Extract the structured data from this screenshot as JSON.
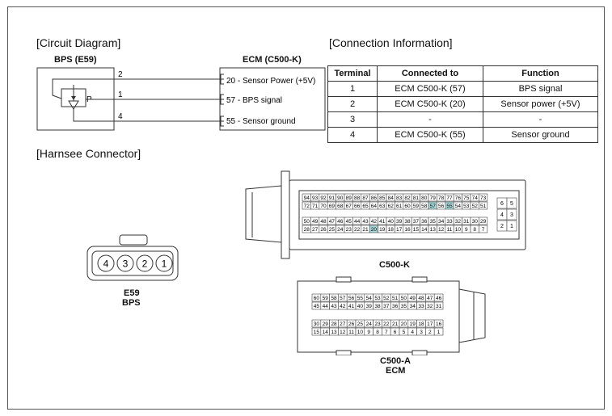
{
  "headings": {
    "circuit": "[Circuit Diagram]",
    "connection": "[Connection Information]",
    "harness": "[Harnsee Connector]"
  },
  "circuit": {
    "bps_title": "BPS (E59)",
    "ecm_title": "ECM (C500-K)",
    "sensor_letter": "P",
    "wires": [
      {
        "pin": "2",
        "ecm": "20 - Sensor Power (+5V)"
      },
      {
        "pin": "1",
        "ecm": "57 - BPS signal"
      },
      {
        "pin": "4",
        "ecm": "55 - Sensor ground"
      }
    ]
  },
  "table": {
    "headers": [
      "Terminal",
      "Connected to",
      "Function"
    ],
    "rows": [
      [
        "1",
        "ECM C500-K (57)",
        "BPS signal"
      ],
      [
        "2",
        "ECM C500-K (20)",
        "Sensor power (+5V)"
      ],
      [
        "3",
        "-",
        "-"
      ],
      [
        "4",
        "ECM C500-K (55)",
        "Sensor ground"
      ]
    ]
  },
  "bps_connector": {
    "pins": [
      "4",
      "3",
      "2",
      "1"
    ],
    "label1": "E59",
    "label2": "BPS"
  },
  "c500k": {
    "label": "C500-K",
    "row1": [
      "94",
      "93",
      "92",
      "91",
      "90",
      "89",
      "88",
      "87",
      "86",
      "85",
      "84",
      "83",
      "82",
      "81",
      "80",
      "79",
      "78",
      "77",
      "76",
      "75",
      "74",
      "73"
    ],
    "row2": [
      "72",
      "71",
      "70",
      "69",
      "68",
      "67",
      "66",
      "65",
      "64",
      "63",
      "62",
      "61",
      "60",
      "59",
      "58",
      "57",
      "56",
      "55",
      "54",
      "53",
      "52",
      "51"
    ],
    "row3": [
      "50",
      "49",
      "48",
      "47",
      "46",
      "45",
      "44",
      "43",
      "42",
      "41",
      "40",
      "39",
      "38",
      "37",
      "36",
      "35",
      "34",
      "33",
      "32",
      "31",
      "30",
      "29"
    ],
    "row4": [
      "28",
      "27",
      "26",
      "25",
      "24",
      "23",
      "22",
      "21",
      "20",
      "19",
      "18",
      "17",
      "16",
      "15",
      "14",
      "13",
      "12",
      "11",
      "10",
      "9",
      "8",
      "7"
    ],
    "side": [
      [
        "6",
        "5"
      ],
      [
        "4",
        "3"
      ],
      [
        "2",
        "1"
      ]
    ],
    "highlighted": [
      "57",
      "55",
      "20"
    ],
    "highlight_color": "#a8d8d8"
  },
  "c500a": {
    "label1": "C500-A",
    "label2": "ECM",
    "row1": [
      "60",
      "59",
      "58",
      "57",
      "56",
      "55",
      "54",
      "53",
      "52",
      "51",
      "50",
      "49",
      "48",
      "47",
      "46"
    ],
    "row2": [
      "45",
      "44",
      "43",
      "42",
      "41",
      "40",
      "39",
      "38",
      "37",
      "36",
      "35",
      "34",
      "33",
      "32",
      "31"
    ],
    "row3": [
      "30",
      "29",
      "28",
      "27",
      "26",
      "25",
      "24",
      "23",
      "22",
      "21",
      "20",
      "19",
      "18",
      "17",
      "16"
    ],
    "row4": [
      "15",
      "14",
      "13",
      "12",
      "11",
      "10",
      "9",
      "8",
      "7",
      "6",
      "5",
      "4",
      "3",
      "2",
      "1"
    ]
  }
}
